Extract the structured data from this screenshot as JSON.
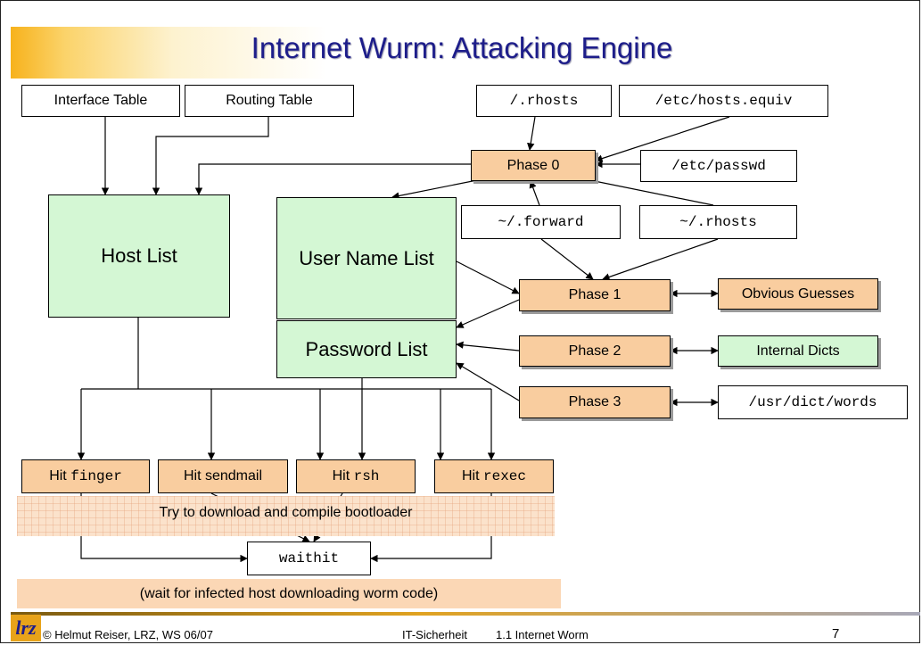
{
  "title": "Internet Wurm: Attacking Engine",
  "boxes": {
    "interface_table": "Interface Table",
    "routing_table": "Routing Table",
    "rhosts": "/.rhosts",
    "hosts_equiv": "/etc/hosts.equiv",
    "phase0": "Phase 0",
    "etc_passwd": "/etc/passwd",
    "forward": "~/.forward",
    "user_rhosts": "~/.rhosts",
    "host_list": "Host List",
    "user_name_list": "User Name List",
    "password_list": "Password List",
    "phase1": "Phase 1",
    "phase2": "Phase 2",
    "phase3": "Phase 3",
    "obvious_guesses": "Obvious Guesses",
    "internal_dicts": "Internal Dicts",
    "usr_dict_words": "/usr/dict/words",
    "hit_prefix": "Hit ",
    "hit_finger": "finger",
    "hit_sendmail": "Hit sendmail",
    "hit_rsh": "rsh",
    "hit_rexec": "rexec",
    "waithit": "waithit"
  },
  "bootloader_note": "Try to download and compile bootloader",
  "wait_note": "(wait for infected host downloading worm code)",
  "footer": {
    "logo": "lrz",
    "author": "© Helmut Reiser, LRZ, WS 06/07",
    "course": "IT-Sicherheit",
    "section": "1.1 Internet Worm",
    "page": "7"
  },
  "colors": {
    "green_box": "#d4f7d4",
    "orange_box": "#f9cd9f",
    "title_text": "#1d1d8a",
    "accent": "#e8a31a"
  }
}
